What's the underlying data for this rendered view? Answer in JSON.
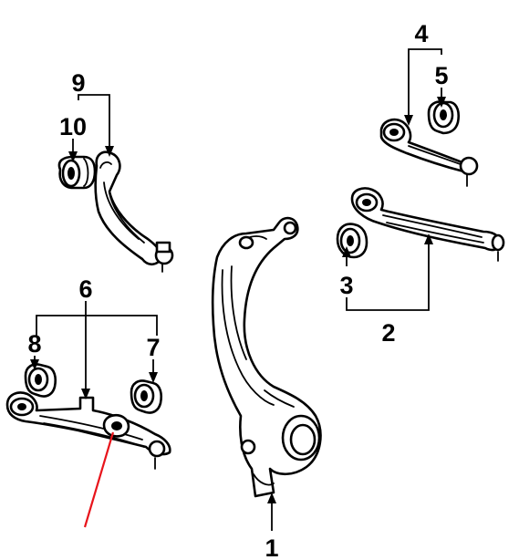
{
  "diagram": {
    "callouts": [
      {
        "id": "1",
        "label": "1"
      },
      {
        "id": "2",
        "label": "2"
      },
      {
        "id": "3",
        "label": "3"
      },
      {
        "id": "4",
        "label": "4"
      },
      {
        "id": "5",
        "label": "5"
      },
      {
        "id": "6",
        "label": "6"
      },
      {
        "id": "7",
        "label": "7"
      },
      {
        "id": "8",
        "label": "8"
      },
      {
        "id": "9",
        "label": "9"
      },
      {
        "id": "10",
        "label": "10"
      }
    ],
    "highlight_color": "#e8141b",
    "line_color": "#000000",
    "background": "#ffffff"
  }
}
